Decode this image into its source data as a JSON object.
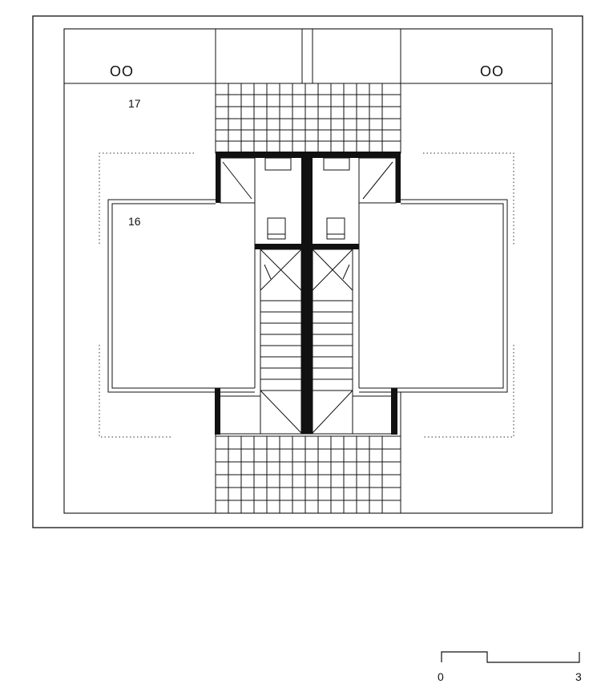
{
  "labels": {
    "room_upper": "17",
    "room_lower": "16",
    "fixture_left": "OO",
    "fixture_right": "OO"
  },
  "scale_bar": {
    "start": "0",
    "end": "3"
  },
  "colors": {
    "ink": "#111111",
    "paper": "#ffffff",
    "thin_line": "#222222"
  }
}
